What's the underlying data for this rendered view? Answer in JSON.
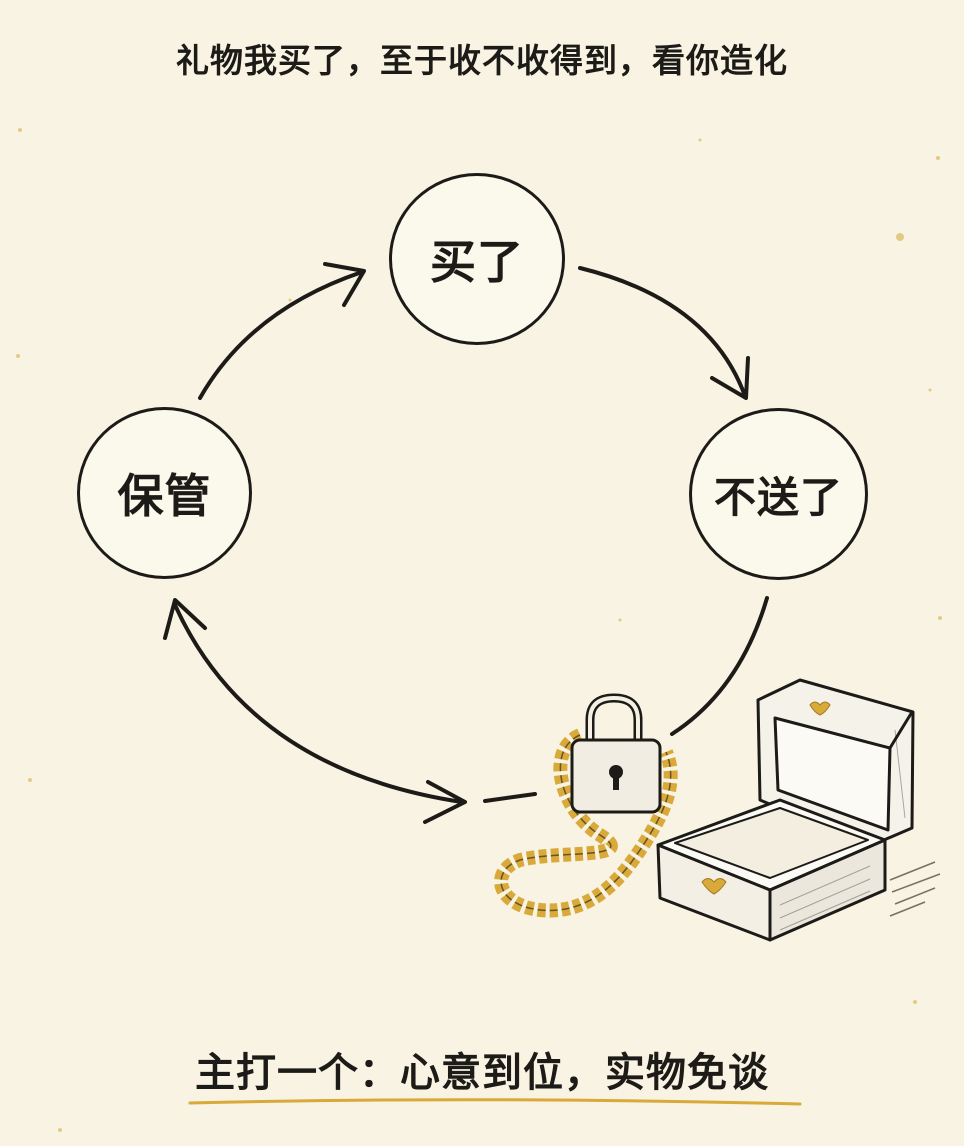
{
  "title": "礼物我买了，至于收不收得到，看你造化",
  "cycle": {
    "nodes": [
      {
        "id": "buy",
        "label": "买了"
      },
      {
        "id": "nosend",
        "label": "不送了"
      },
      {
        "id": "keep",
        "label": "保管"
      }
    ]
  },
  "illustration": {
    "items": [
      "padlock-icon",
      "gold-chain-icon",
      "open-gift-box-icon"
    ],
    "colors": {
      "gold": "#d9a93a",
      "ink": "#1d1b18",
      "paper": "#f8f3e2"
    }
  },
  "footer": {
    "slogan": "主打一个：心意到位，实物免谈"
  }
}
